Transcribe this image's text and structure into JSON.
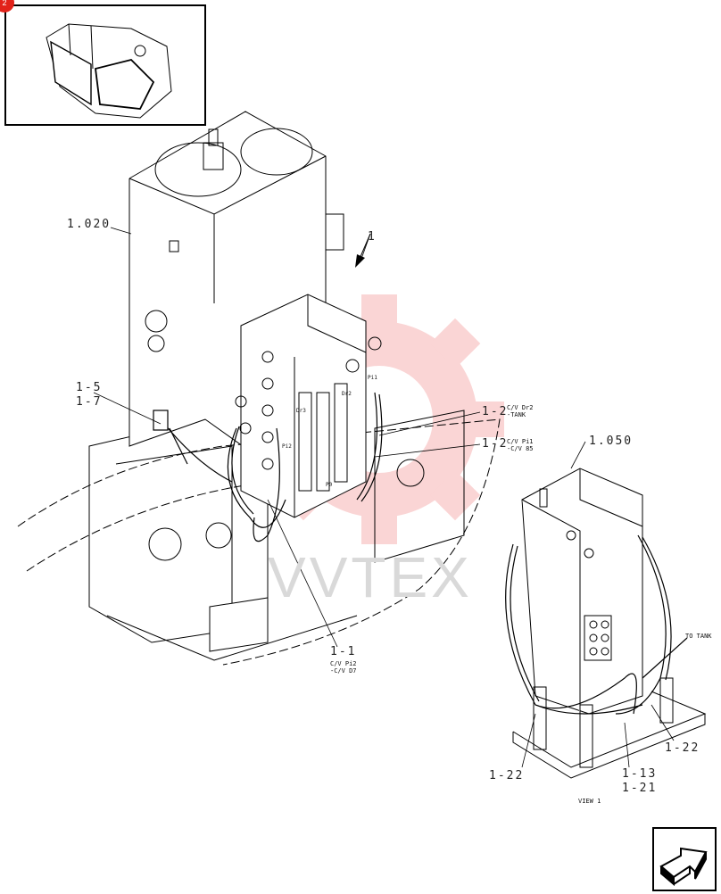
{
  "badge": {
    "text": "2"
  },
  "watermark": {
    "text": "VVTEX"
  },
  "labels": {
    "tank": "1.020",
    "control_valve": "1.050",
    "view_arrow": "1",
    "hose_1_5": "1-5",
    "hose_1_7": "1-7",
    "hose_1_2a": "1-2",
    "hose_1_2b": "1-2",
    "hose_1_1": "1-1",
    "hose_1_22a": "1-22",
    "hose_1_22b": "1-22",
    "hose_1_13": "1-13",
    "hose_1_21": "1-21"
  },
  "notes": {
    "n1_2a_line1": "C/V Dr2",
    "n1_2a_line2": "-TANK",
    "n1_2b_line1": "C/V Pi1",
    "n1_2b_line2": "-C/V 85",
    "n1_1_line1": "C/V Pi2",
    "n1_1_line2": "-C/V D7",
    "to_tank": "TO TANK",
    "view": "VIEW 1"
  },
  "port_marks": {
    "pi1": "Pi1",
    "dr2": "Dr2",
    "dr3": "Dr3",
    "pi2": "Pi2",
    "p0": "P0"
  },
  "icons": {
    "next_page": "next-page-arrow-icon",
    "thumbnail": "excavator-cab-icon"
  },
  "colors": {
    "badge": "#e2231a",
    "watermark": "#f26b6b",
    "line": "#000000"
  }
}
